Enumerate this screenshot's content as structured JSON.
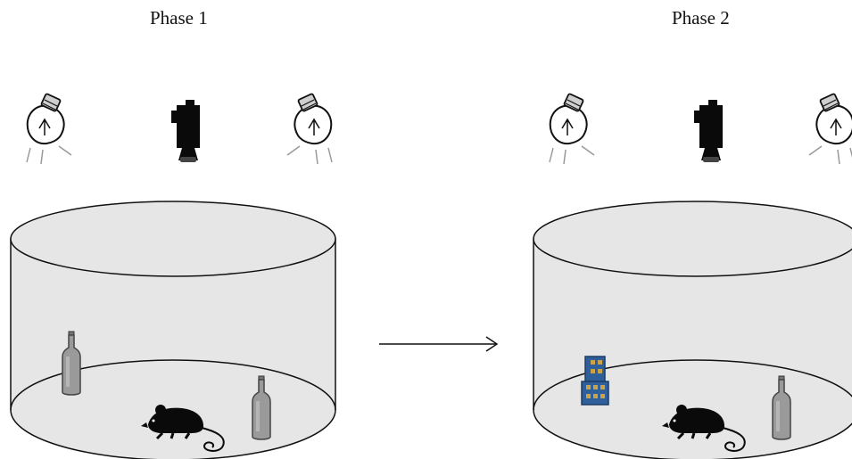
{
  "phases": [
    {
      "title": "Phase 1",
      "objects": [
        "bottle",
        "bottle"
      ]
    },
    {
      "title": "Phase 2",
      "objects": [
        "lego-block",
        "bottle"
      ]
    }
  ],
  "colors": {
    "arena_fill": "#e6e6e6",
    "bottle_fill": "#9a9a9a",
    "lego_fill": "#2f5f9a",
    "lego_dots": "#c9a24a",
    "outline": "#111111"
  },
  "icons": {
    "lamp": "light-bulb-icon",
    "camera": "camera-icon",
    "animal": "mouse-icon",
    "arrow": "arrow-right-icon"
  }
}
